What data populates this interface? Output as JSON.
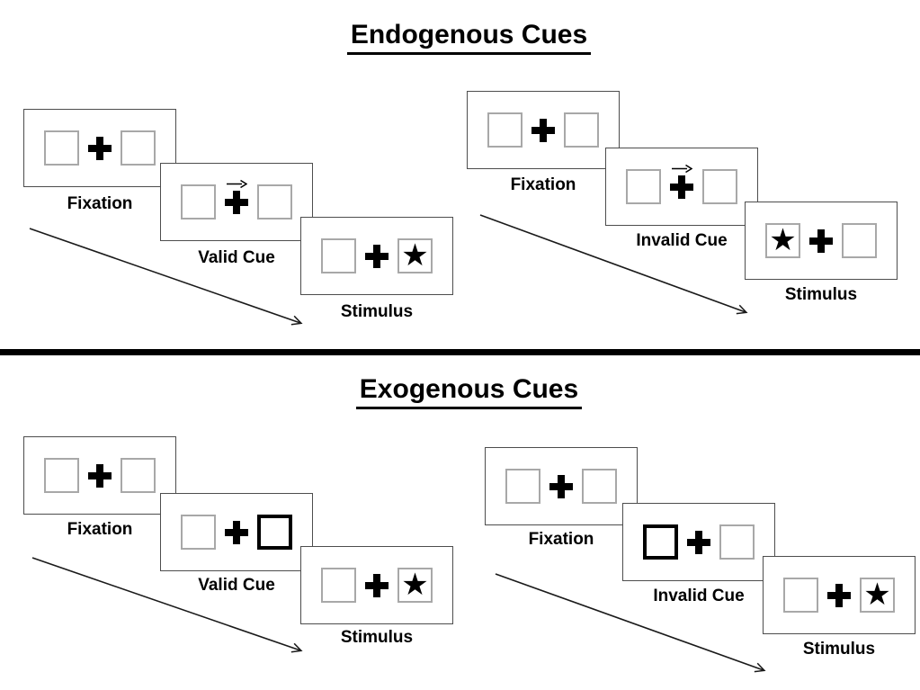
{
  "figure": {
    "sections": [
      {
        "title": "Endogenous Cues",
        "sequences": [
          {
            "condition": "valid",
            "cue_type": "central-arrow-right",
            "stimulus_side": "right",
            "panels": [
              {
                "label": "Fixation"
              },
              {
                "label": "Valid Cue"
              },
              {
                "label": "Stimulus"
              }
            ]
          },
          {
            "condition": "invalid",
            "cue_type": "central-arrow-right",
            "stimulus_side": "left",
            "panels": [
              {
                "label": "Fixation"
              },
              {
                "label": "Invalid Cue"
              },
              {
                "label": "Stimulus"
              }
            ]
          }
        ]
      },
      {
        "title": "Exogenous Cues",
        "sequences": [
          {
            "condition": "valid",
            "cue_type": "bold-box-right",
            "stimulus_side": "right",
            "panels": [
              {
                "label": "Fixation"
              },
              {
                "label": "Valid Cue"
              },
              {
                "label": "Stimulus"
              }
            ]
          },
          {
            "condition": "invalid",
            "cue_type": "bold-box-left",
            "stimulus_side": "right",
            "panels": [
              {
                "label": "Fixation"
              },
              {
                "label": "Invalid Cue"
              },
              {
                "label": "Stimulus"
              }
            ]
          }
        ]
      }
    ]
  },
  "icons": {
    "star": "★"
  },
  "colors": {
    "panel_border": "#4d4d4d",
    "box_border": "#a8a8a8",
    "bold_box_border": "#000000",
    "divider": "#000000",
    "text": "#000000"
  }
}
